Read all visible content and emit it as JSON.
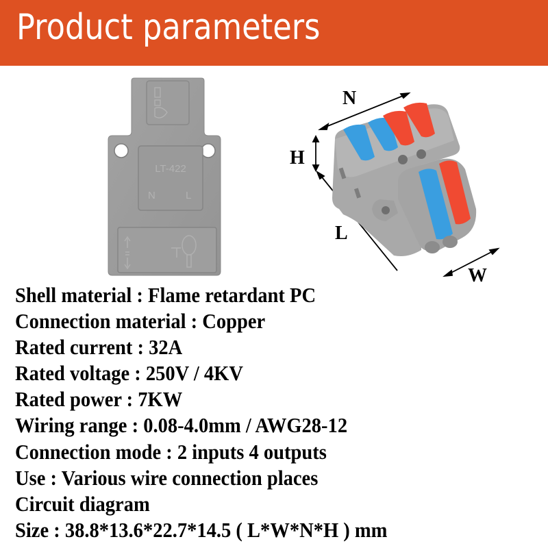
{
  "banner": {
    "title": "Product parameters",
    "background_color": "#de5122",
    "text_color": "#ffffff"
  },
  "back_view": {
    "model_label": "LT-422",
    "left_terminal": "N",
    "right_terminal": "L",
    "body_color": "#9a9a9a"
  },
  "iso_view": {
    "dimensions": {
      "n": "N",
      "h": "H",
      "l": "L",
      "w": "W"
    },
    "lever_colors": {
      "blue": "#3a9ee0",
      "red": "#f04a32"
    },
    "body_color": "#a8a8a8"
  },
  "specs": [
    "Shell material : Flame retardant PC",
    "Connection material : Copper",
    "Rated current : 32A",
    "Rated voltage : 250V / 4KV",
    "Rated power : 7KW",
    "Wiring range : 0.08-4.0mm / AWG28-12",
    "Connection mode : 2 inputs 4 outputs",
    "Use : Various wire connection places",
    "Circuit diagram",
    "Size : 38.8*13.6*22.7*14.5 ( L*W*N*H ) mm"
  ]
}
